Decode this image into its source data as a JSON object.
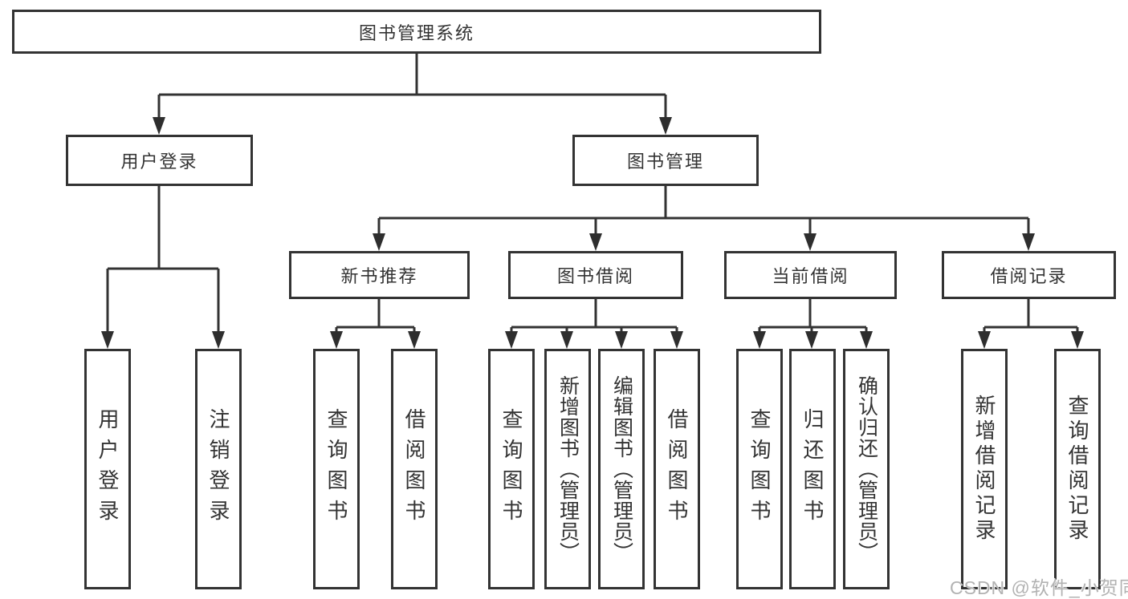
{
  "tree": {
    "root": {
      "label": "图书管理系统",
      "children": [
        {
          "label": "用户登录",
          "children": [
            {
              "label": "用户登录"
            },
            {
              "label": "注销登录"
            }
          ]
        },
        {
          "label": "图书管理",
          "children": [
            {
              "label": "新书推荐",
              "children": [
                {
                  "label": "查询图书"
                },
                {
                  "label": "借阅图书"
                }
              ]
            },
            {
              "label": "图书借阅",
              "children": [
                {
                  "label": "查询图书"
                },
                {
                  "label": "新增图书（管理员）"
                },
                {
                  "label": "编辑图书（管理员）"
                },
                {
                  "label": "借阅图书"
                }
              ]
            },
            {
              "label": "当前借阅",
              "children": [
                {
                  "label": "查询图书"
                },
                {
                  "label": "归还图书"
                },
                {
                  "label": "确认归还（管理员）"
                }
              ]
            },
            {
              "label": "借阅记录",
              "children": [
                {
                  "label": "新增借阅记录"
                },
                {
                  "label": "查询借阅记录"
                }
              ]
            }
          ]
        }
      ]
    }
  },
  "watermark": {
    "text": "CSDN @软件_小贺同学"
  },
  "colors": {
    "line": "#333333",
    "box_border": "#333333",
    "text": "#333333",
    "watermark": "#b2b2b2",
    "background": "#ffffff"
  }
}
